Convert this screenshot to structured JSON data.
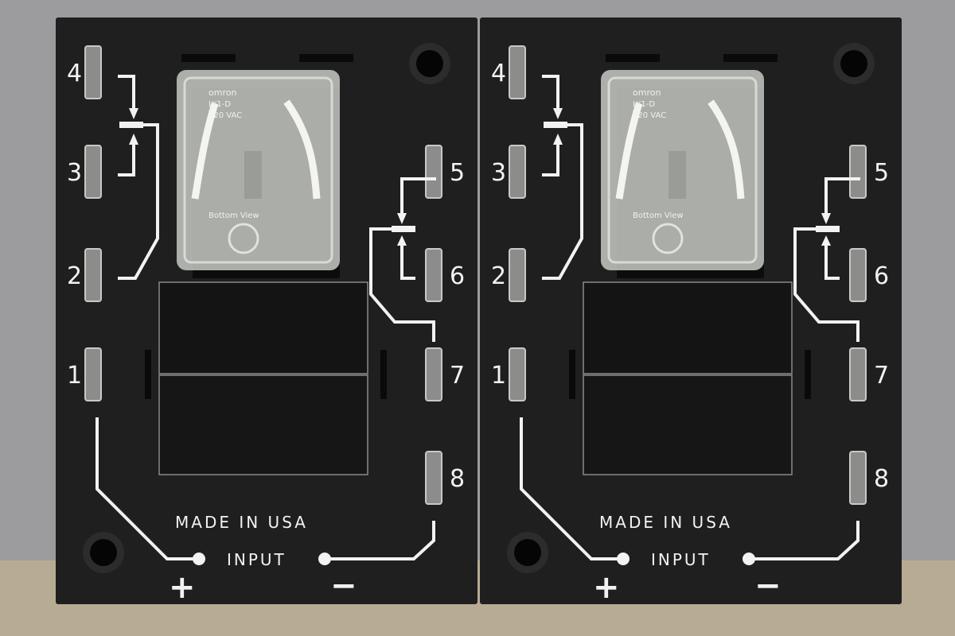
{
  "boards": [
    {
      "terminal_labels": [
        "1",
        "2",
        "3",
        "4",
        "5",
        "6",
        "7",
        "8"
      ],
      "made_in": "MADE IN USA",
      "input_label": "INPUT",
      "plus": "+",
      "minus": "−",
      "relay": {
        "brand": "omron",
        "model": "LY1-D",
        "voltage": "120 VAC",
        "view": "Bottom View"
      }
    },
    {
      "terminal_labels": [
        "1",
        "2",
        "3",
        "4",
        "5",
        "6",
        "7",
        "8"
      ],
      "made_in": "MADE IN USA",
      "input_label": "INPUT",
      "plus": "+",
      "minus": "−",
      "relay": {
        "brand": "omron",
        "model": "LY1-D",
        "voltage": "120 VAC",
        "view": "Bottom View"
      }
    }
  ],
  "colors": {
    "board": "#1f1f20",
    "print": "#f2f2f2",
    "background": "#9c9c9e",
    "table": "#b8ab94"
  }
}
